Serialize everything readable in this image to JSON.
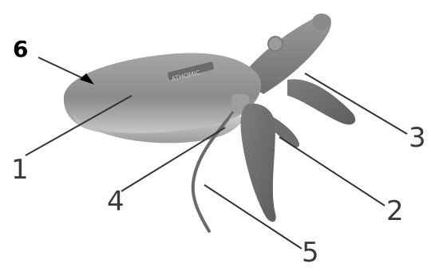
{
  "callouts": {
    "c1": "1",
    "c2": "2",
    "c3": "3",
    "c4": "4",
    "c5": "5",
    "c6": "6"
  },
  "device": {
    "brand_mark": "ATHOMIC"
  },
  "colors": {
    "body": "#8f8f8f",
    "body_highlight": "#b8b8b8",
    "leader": "#333333",
    "background": "#ffffff"
  }
}
